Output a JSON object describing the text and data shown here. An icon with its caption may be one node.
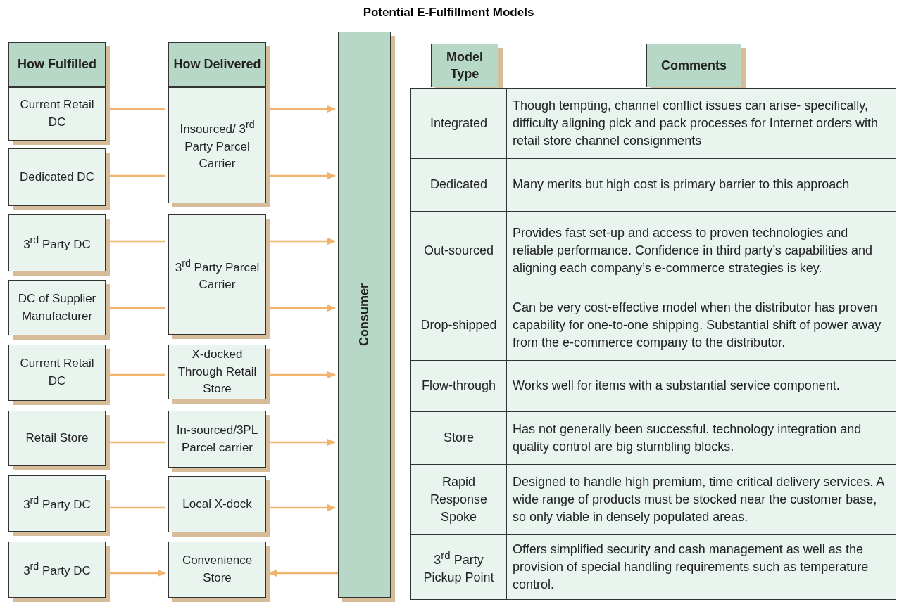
{
  "diagram": {
    "title": "Potential E-Fulfillment Models",
    "nodes": [
      {
        "text": [
          "How Fulfilled"
        ]
      },
      {
        "text": [
          "How Delivered"
        ]
      },
      {
        "text": [
          "Consumer"
        ]
      },
      {
        "text": [
          "Current Retail DC"
        ]
      },
      {
        "text": [
          "Dedicated DC"
        ]
      },
      {
        "text": [
          "3$^{rd}$ Party DC"
        ]
      },
      {
        "text": [
          "DC of Supplier Manufacturer"
        ]
      },
      {
        "text": [
          "Current Retail DC"
        ]
      },
      {
        "text": [
          "Retail Store"
        ]
      },
      {
        "text": [
          "3$^{rd}$ Party DC"
        ]
      },
      {
        "text": [
          "3$^{rd}$ Party DC"
        ]
      },
      {
        "text": [
          "Insourced/ 3$^{rd}$ Party Parcel Carrier"
        ]
      },
      {
        "text": [
          "3$^{rd}$ Party Parcel Carrier"
        ]
      },
      {
        "text": [
          "X-docked Through Retail Store"
        ]
      },
      {
        "text": [
          "In-sourced/3PL Parcel carrier"
        ]
      },
      {
        "text": [
          "Local X-dock"
        ]
      },
      {
        "text": [
          "Convenience Store"
        ]
      },
      {
        "text": [
          "Model Type"
        ]
      },
      {
        "text": [
          "Comments"
        ]
      }
    ],
    "edges": [
      {
        "from": 3,
        "to": 11,
        "arrow": "none"
      },
      {
        "from": 4,
        "to": 11,
        "arrow": "none"
      },
      {
        "from": 5,
        "to": 12,
        "arrow": "none"
      },
      {
        "from": 6,
        "to": 12,
        "arrow": "none"
      },
      {
        "from": 7,
        "to": 13,
        "arrow": "none"
      },
      {
        "from": 8,
        "to": 14,
        "arrow": "none"
      },
      {
        "from": 9,
        "to": 15,
        "arrow": "none"
      },
      {
        "from": 10,
        "to": 16,
        "arrow": "to"
      },
      {
        "from": 11,
        "to": 2,
        "arrow": "to"
      },
      {
        "from": 11,
        "to": 2,
        "arrow": "to"
      },
      {
        "from": 12,
        "to": 2,
        "arrow": "to"
      },
      {
        "from": 12,
        "to": 2,
        "arrow": "to"
      },
      {
        "from": 13,
        "to": 2,
        "arrow": "to"
      },
      {
        "from": 14,
        "to": 2,
        "arrow": "to"
      },
      {
        "from": 15,
        "to": 2,
        "arrow": "to"
      },
      {
        "from": 2,
        "to": 16,
        "arrow": "to"
      }
    ],
    "labels": [
      "Integrated",
      "Though tempting, channel conflict issues can arise- specifically, difficulty aligning pick and pack processes for Internet orders with retail store channel consignments",
      "Dedicated",
      "Many merits but high cost is primary barrier to this approach",
      "Out-sourced",
      "Provides fast set-up and access to proven technologies and reliable performance. Confidence in third party’s capabilities and aligning each company’s e-commerce strategies is key.",
      "Drop-shipped",
      "Can be very cost-effective model when the distributor has proven capability for one-to-one shipping. Substantial shift of power away from the e-commerce company to the distributor.",
      "Flow-through",
      "Works well for items with a substantial service component.",
      "Store",
      "Has not generally been successful. technology integration and quality control are big stumbling blocks.",
      "Rapid Response Spoke",
      "Designed to handle high premium, time critical delivery services. A wide range of products must be stocked near the customer base, so only viable in densely populated areas.",
      "3$^{rd}$ Party Pickup Point",
      "Offers simplified security and cash management as well as the provision of special handling requirements such as temperature control."
    ]
  }
}
